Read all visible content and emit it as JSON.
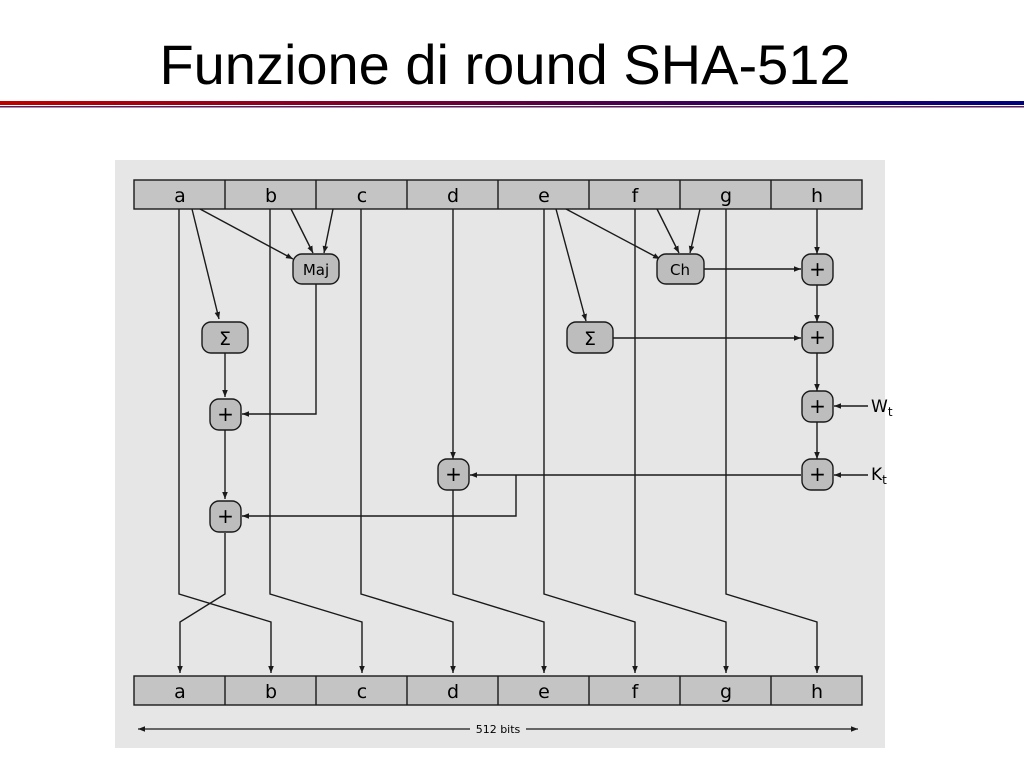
{
  "title": "Funzione di round SHA-512",
  "colors": {
    "rule_red": "#c00000",
    "rule_blue": "#000080",
    "panel": "#e6e6e6",
    "register_fill": "#c4c4c4",
    "node_fill": "#bdbdbd",
    "stroke": "#1a1a1a"
  },
  "input_registers": [
    "a",
    "b",
    "c",
    "d",
    "e",
    "f",
    "g",
    "h"
  ],
  "output_registers": [
    "a",
    "b",
    "c",
    "d",
    "e",
    "f",
    "g",
    "h"
  ],
  "functions": {
    "maj": "Maj",
    "ch": "Ch",
    "sigma_a": "Σ",
    "sigma_e": "Σ"
  },
  "adder_symbol": "+",
  "inputs": {
    "w": {
      "base": "W",
      "sub": "t"
    },
    "k": {
      "base": "K",
      "sub": "t"
    }
  },
  "width_label": "512 bits"
}
